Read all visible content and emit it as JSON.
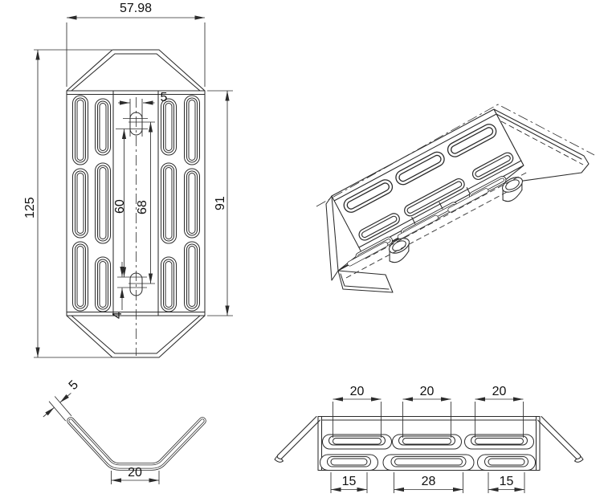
{
  "meta": {
    "background_color": "#ffffff",
    "line_color": "#2b2b2b",
    "text_color": "#111111",
    "drawing_type": "sheet-metal wheel chock, 4-view engineering drawing"
  },
  "dims": {
    "top_width": "57.98",
    "top_overall_height": "125",
    "top_body_height": "91",
    "top_hole_pitch_inner": "60",
    "top_hole_pitch_outer": "68",
    "top_hole_width": "5",
    "top_hole_offset": "4",
    "side_thickness": "5",
    "side_flat_width": "20",
    "front_top_slot_1": "20",
    "front_top_slot_2": "20",
    "front_top_slot_3": "20",
    "front_bottom_slot_1": "15",
    "front_bottom_slot_2": "28",
    "front_bottom_slot_3": "15"
  }
}
